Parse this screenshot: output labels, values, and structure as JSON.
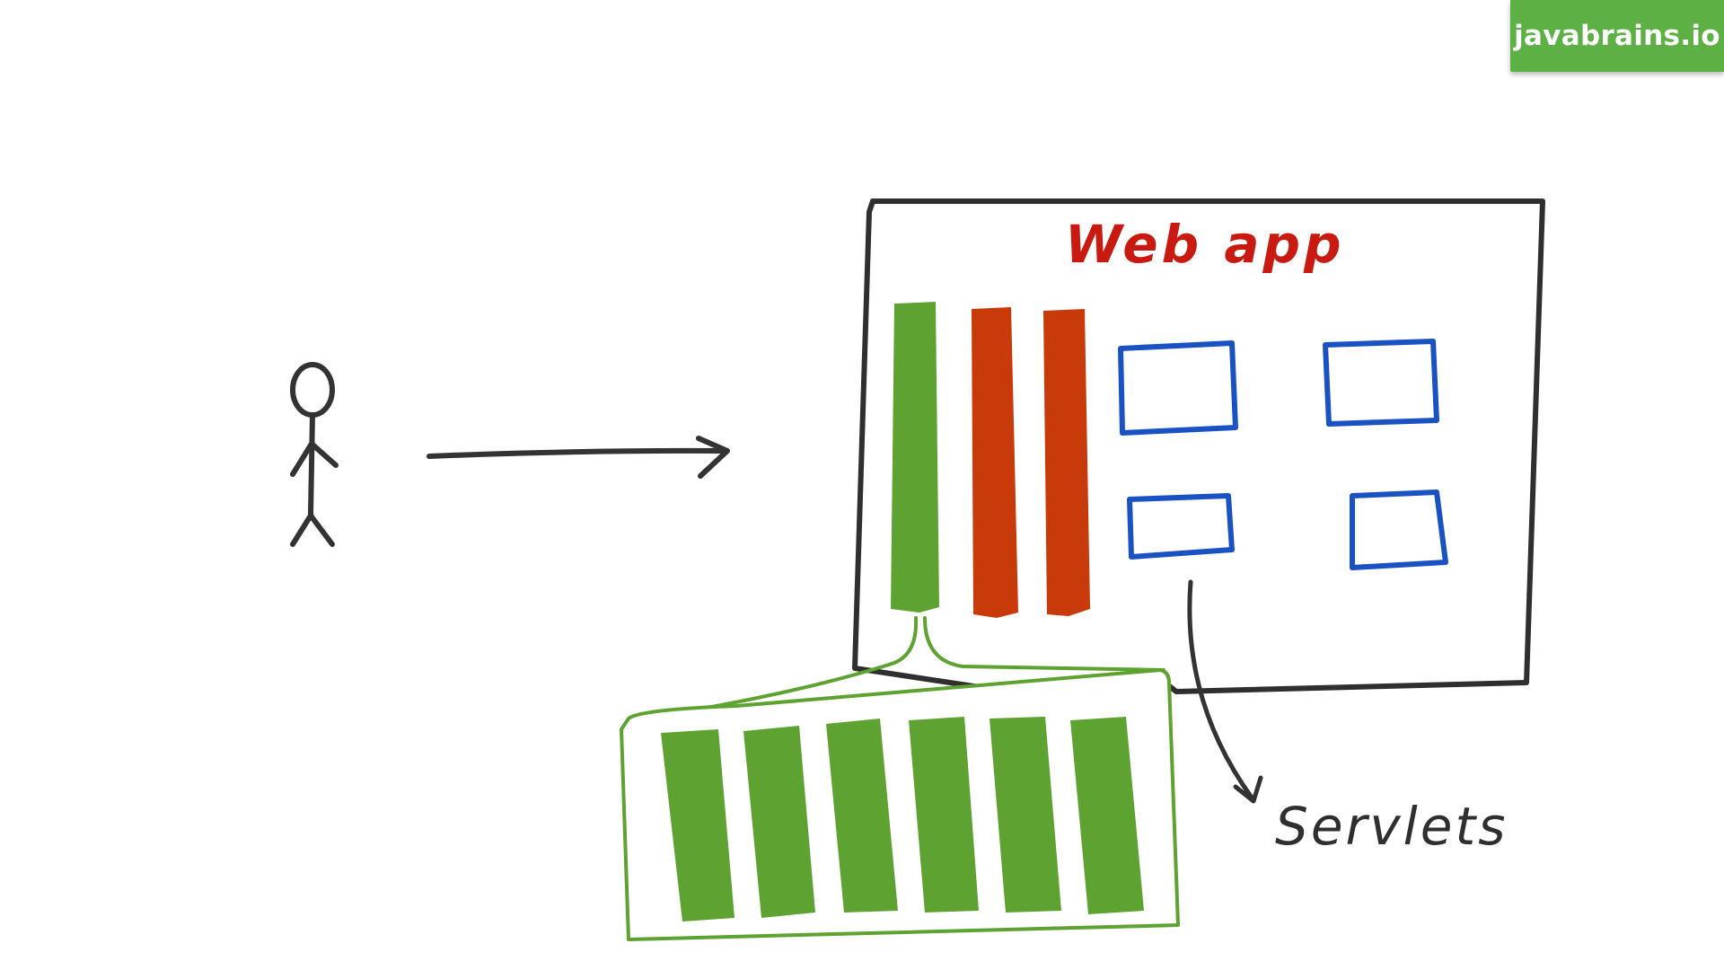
{
  "brand": {
    "badge_text": "javabrains.io",
    "badge_color": "#5cb044"
  },
  "diagram": {
    "container_label": "Web app",
    "callout_label": "Servlets",
    "colors": {
      "ink": "#333333",
      "label_red": "#c81a10",
      "green": "#5ea332",
      "orange": "#c93a0a",
      "blue": "#1a52c4"
    },
    "components": {
      "green_bars": 1,
      "orange_bars": 2,
      "blue_boxes": 4,
      "expanded_green_bars": 6
    }
  }
}
